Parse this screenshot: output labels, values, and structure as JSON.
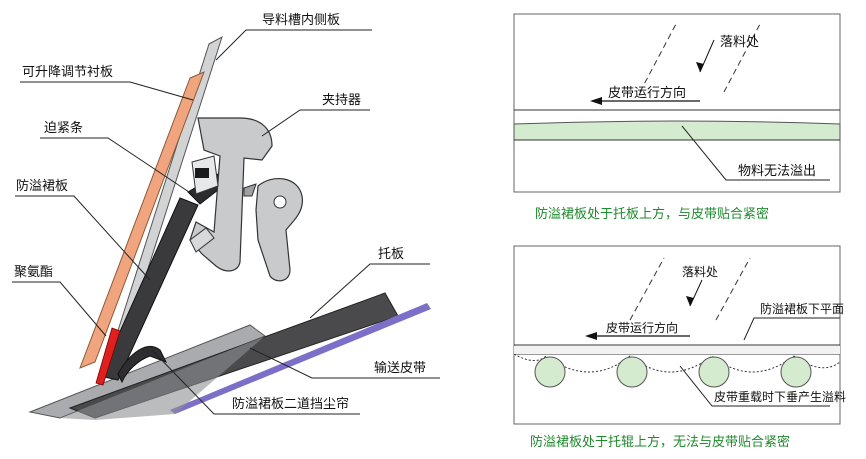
{
  "left": {
    "labels": {
      "inner_side_plate": "导料槽内侧板",
      "adjustable_liner": "可升降调节衬板",
      "clamp": "夹持器",
      "tension_strip": "迫紧条",
      "skirt_board": "防溢裙板",
      "idler_plate": "托板",
      "polyurethane": "聚氨酯",
      "conveyor_belt": "输送皮带",
      "second_curtain": "防溢裙板二道挡尘帘"
    }
  },
  "right_top": {
    "drop_point": "落料处",
    "belt_direction": "皮带运行方向",
    "no_spill": "物料无法溢出",
    "caption": "防溢裙板处于托板上方，与皮带贴合紧密"
  },
  "right_bottom": {
    "drop_point": "落料处",
    "belt_direction": "皮带运行方向",
    "skirt_bottom": "防溢裙板下平面",
    "sag_spill": "皮带重载时下垂产生溢料",
    "caption": "防溢裙板处于托辊上方，无法与皮带贴合紧密"
  },
  "colors": {
    "liner": "#f0a57e",
    "polyurethane": "#e0201e",
    "belt_purple": "#7b6fc8",
    "idler_green": "#d4ebcf",
    "caption_green": "#1e8a2c"
  }
}
